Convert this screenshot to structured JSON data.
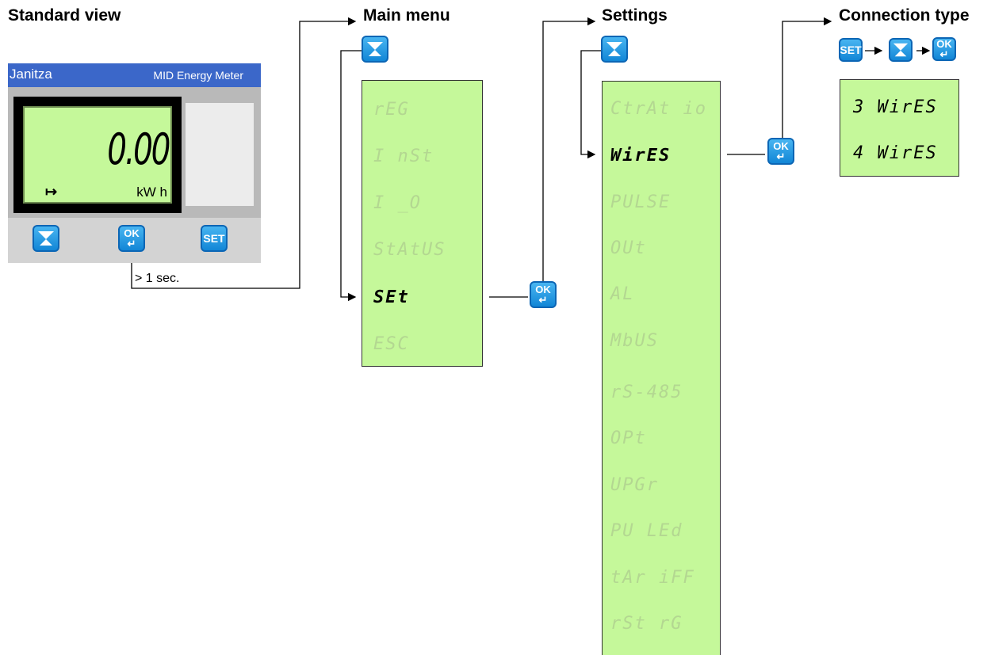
{
  "headings": {
    "standard_view": "Standard view",
    "main_menu": "Main menu",
    "settings": "Settings",
    "connection_type": "Connection type"
  },
  "meter": {
    "brand": "Janitza",
    "product": "MID Energy Meter",
    "reading": "0.00",
    "unit": "kW  h",
    "symbol": "↦"
  },
  "buttons": {
    "ok_label": "OK",
    "ok_symbol": "↵",
    "set_label": "SET"
  },
  "hold_note": "> 1 sec.",
  "main_menu_items": [
    "rEG",
    "I nSt",
    "I _O",
    "StAtUS",
    "SEt",
    "ESC"
  ],
  "settings_items": [
    "CtrAt io",
    "WirES",
    "PULSE",
    "OUt",
    "AL",
    "MbUS",
    "rS-485",
    "OPt",
    "UPGr",
    "PU LEd",
    "tAr iFF",
    "rSt rG"
  ],
  "connection_items": [
    "3 WirES",
    "4 WirES"
  ],
  "colors": {
    "lcd_green": "#c5f89a",
    "dim_text": "#b3d791",
    "button_blue": "#1286d6",
    "meter_header": "#3b67c9"
  }
}
